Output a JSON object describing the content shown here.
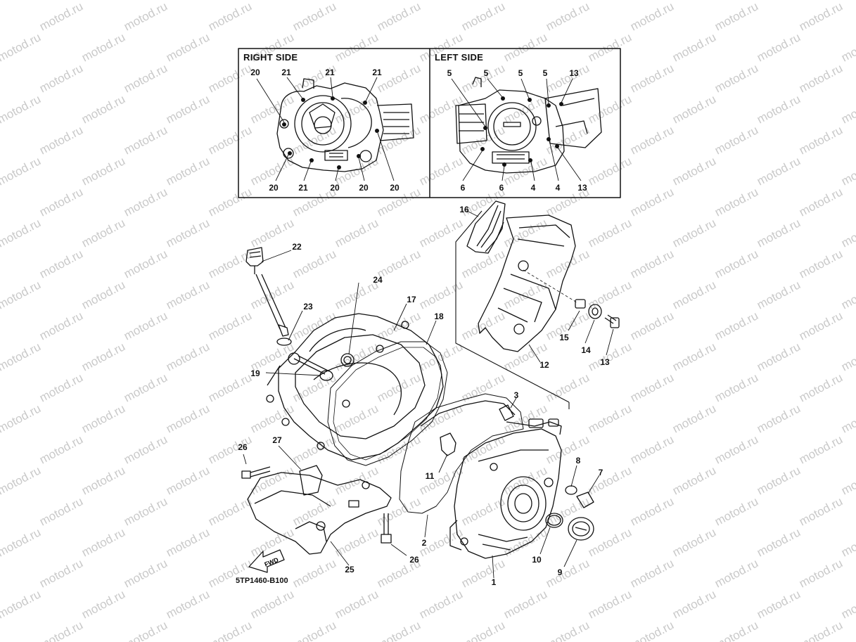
{
  "watermark": "motod.ru",
  "insets": {
    "right_title": "RIGHT SIDE",
    "left_title": "LEFT SIDE"
  },
  "labels": {
    "r20a": "20",
    "r21a": "21",
    "r21b": "21",
    "r21c": "21",
    "r20b": "20",
    "r21d": "21",
    "r20c": "20",
    "r20d": "20",
    "r20e": "20",
    "l5a": "5",
    "l5b": "5",
    "l5c": "5",
    "l5d": "5",
    "l13a": "13",
    "l6a": "6",
    "l6b": "6",
    "l4a": "4",
    "l4b": "4",
    "l13b": "13",
    "p1": "1",
    "p2": "2",
    "p3": "3",
    "p7": "7",
    "p8": "8",
    "p9": "9",
    "p10": "10",
    "p11": "11",
    "p12": "12",
    "p13": "13",
    "p14": "14",
    "p15": "15",
    "p16": "16",
    "p17": "17",
    "p18": "18",
    "p19": "19",
    "p22": "22",
    "p23": "23",
    "p24": "24",
    "p25": "25",
    "p26a": "26",
    "p26b": "26",
    "p27": "27"
  },
  "fwd": "FWD",
  "drawing_code": "5TP1460-B100"
}
